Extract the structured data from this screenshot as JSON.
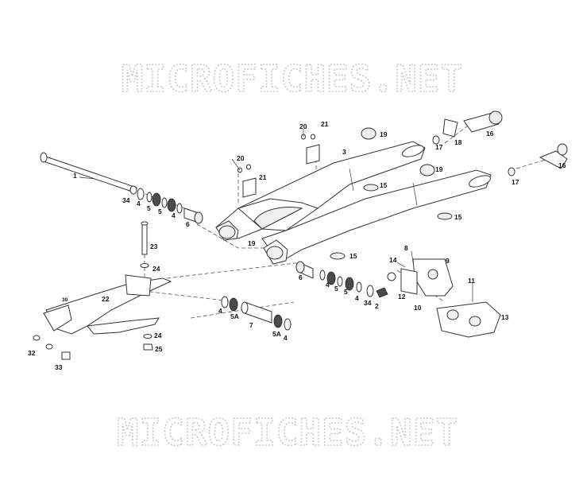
{
  "watermark": {
    "top": "MICROFICHES.NET",
    "bottom": "MICROFICHES.NET"
  },
  "callouts": {
    "c1": "1",
    "c2": "2",
    "c3": "3",
    "c4a": "4",
    "c4b": "4",
    "c4c": "4",
    "c4d": "4",
    "c4e": "4",
    "c4f": "4",
    "c5a": "5",
    "c5b": "5",
    "c5c": "5",
    "c5d": "5",
    "c5Aa": "5A",
    "c5Ab": "5A",
    "c6a": "6",
    "c6b": "6",
    "c7": "7",
    "c8": "8",
    "c9": "9",
    "c10": "10",
    "c11": "11",
    "c12": "12",
    "c13": "13",
    "c14": "14",
    "c15a": "15",
    "c15b": "15",
    "c15c": "15",
    "c16a": "16",
    "c16b": "16",
    "c17a": "17",
    "c17b": "17",
    "c18": "18",
    "c19a": "19",
    "c19b": "19",
    "c19c": "19",
    "c20a": "20",
    "c20b": "20",
    "c21a": "21",
    "c21b": "21",
    "c22": "22",
    "c23": "23",
    "c24a": "24",
    "c24b": "24",
    "c25": "25",
    "c30": "30",
    "c32": "32",
    "c33": "33",
    "c34a": "34",
    "c34b": "34"
  }
}
